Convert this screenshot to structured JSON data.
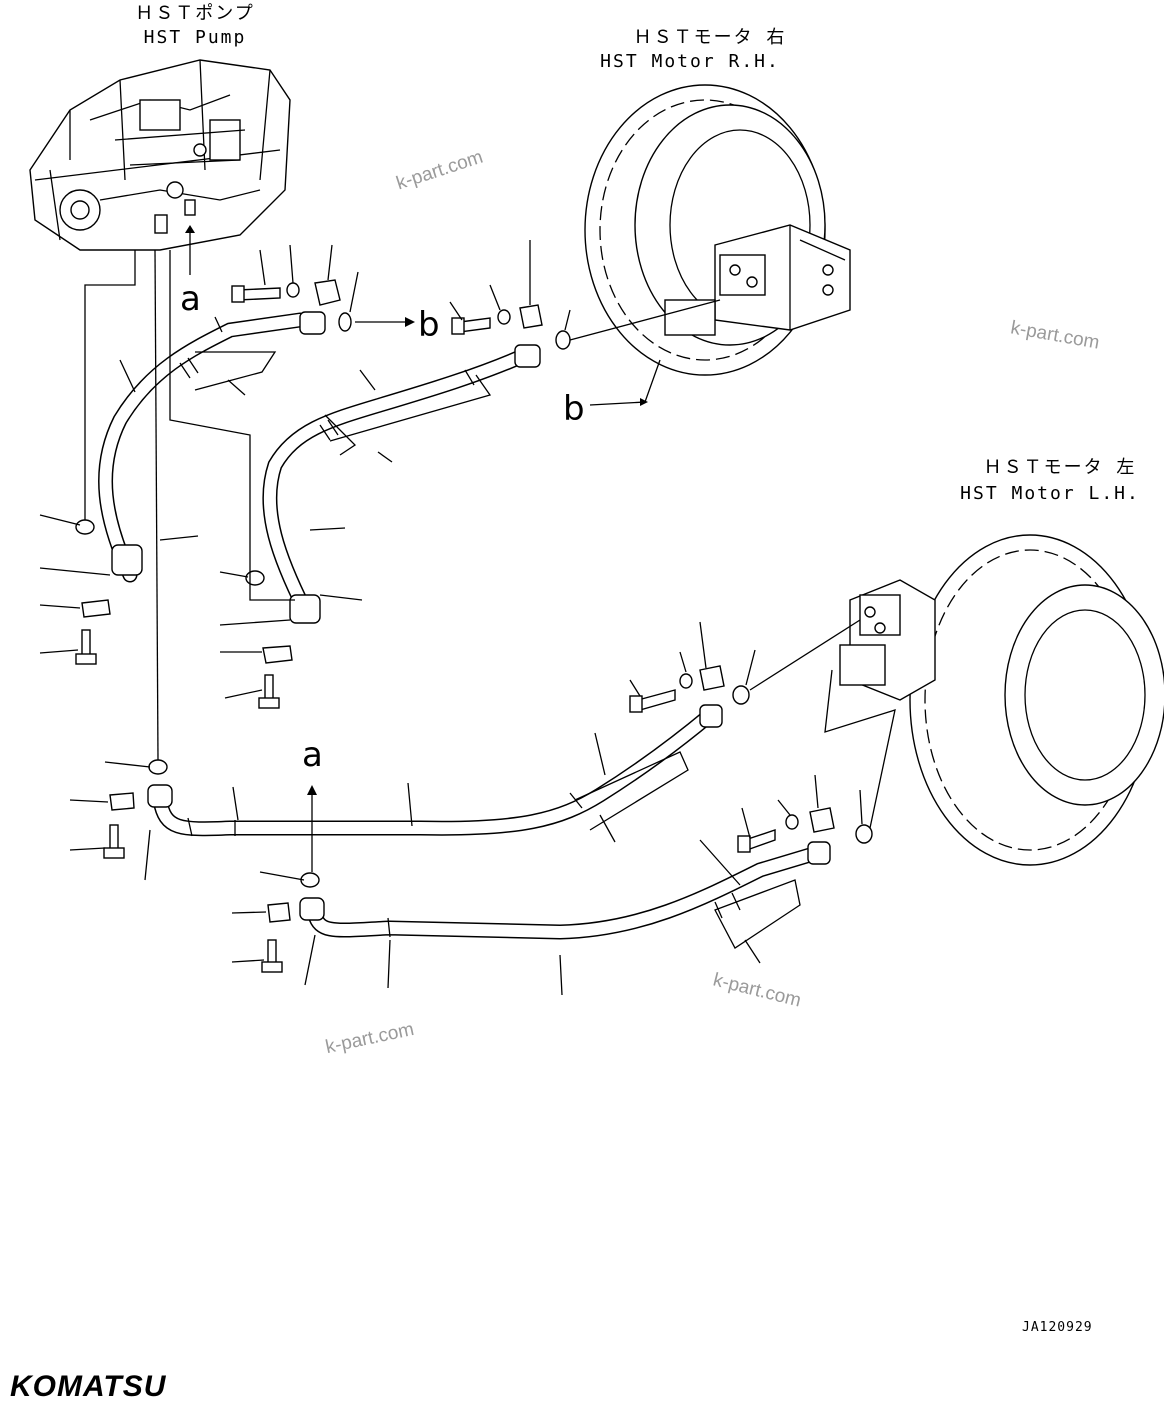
{
  "labels": {
    "pump_jp": "ＨＳＴポンプ",
    "pump_en": "HST Pump",
    "motor_rh_jp": "ＨＳＴモータ 右",
    "motor_rh_en": "HST Motor R.H.",
    "motor_lh_jp": "ＨＳＴモータ 左",
    "motor_lh_en": "HST Motor L.H."
  },
  "refs": {
    "a": "a",
    "b": "b"
  },
  "watermark": "k-part.com",
  "drawing_code": "JA120929",
  "brand": "KOMATSU",
  "icons": [
    "hst-pump-icon",
    "hst-motor-rh-icon",
    "hst-motor-lh-icon",
    "hose-icon",
    "bolt-icon",
    "washer-icon",
    "clamp-icon",
    "o-ring-icon"
  ]
}
